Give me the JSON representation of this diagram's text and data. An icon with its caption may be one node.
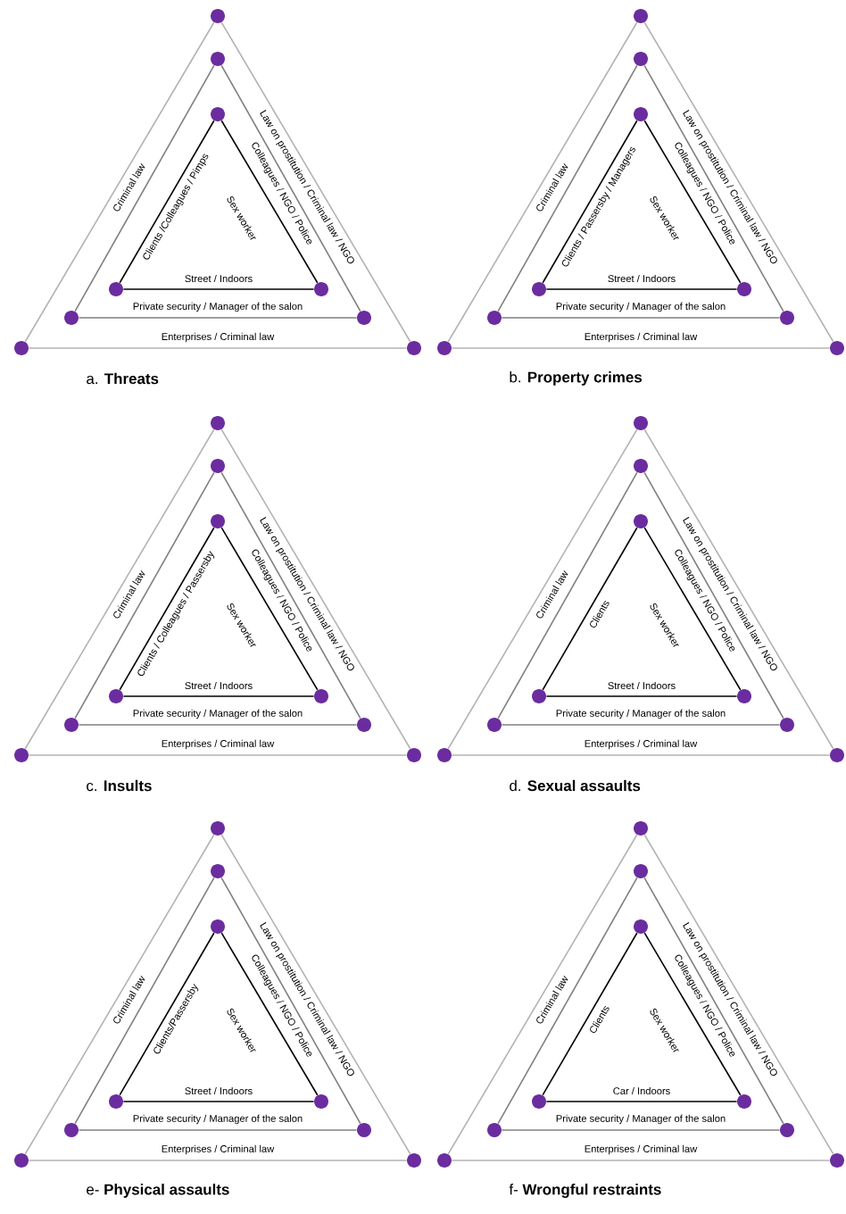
{
  "diagram": {
    "nodes": [
      {
        "text": [],
        "shape": "circle"
      },
      {
        "text": [],
        "shape": "circle"
      },
      {
        "text": [],
        "shape": "circle"
      },
      {
        "text": [],
        "shape": "circle"
      },
      {
        "text": [],
        "shape": "circle"
      },
      {
        "text": [],
        "shape": "circle"
      },
      {
        "text": [],
        "shape": "circle"
      },
      {
        "text": [],
        "shape": "circle"
      },
      {
        "text": [],
        "shape": "circle"
      },
      {
        "text": [],
        "shape": "circle"
      },
      {
        "text": [],
        "shape": "circle"
      },
      {
        "text": [],
        "shape": "circle"
      },
      {
        "text": [],
        "shape": "circle"
      },
      {
        "text": [],
        "shape": "circle"
      },
      {
        "text": [],
        "shape": "circle"
      },
      {
        "text": [],
        "shape": "circle"
      },
      {
        "text": [],
        "shape": "circle"
      },
      {
        "text": [],
        "shape": "circle"
      },
      {
        "text": [],
        "shape": "circle"
      },
      {
        "text": [],
        "shape": "circle"
      },
      {
        "text": [],
        "shape": "circle"
      },
      {
        "text": [],
        "shape": "circle"
      },
      {
        "text": [],
        "shape": "circle"
      },
      {
        "text": [],
        "shape": "circle"
      },
      {
        "text": [],
        "shape": "circle"
      },
      {
        "text": [],
        "shape": "circle"
      },
      {
        "text": [],
        "shape": "circle"
      },
      {
        "text": [],
        "shape": "circle"
      },
      {
        "text": [],
        "shape": "circle"
      },
      {
        "text": [],
        "shape": "circle"
      },
      {
        "text": [],
        "shape": "circle"
      },
      {
        "text": [],
        "shape": "circle"
      },
      {
        "text": [],
        "shape": "circle"
      },
      {
        "text": [],
        "shape": "circle"
      },
      {
        "text": [],
        "shape": "circle"
      },
      {
        "text": [],
        "shape": "circle"
      },
      {
        "text": [],
        "shape": "circle"
      },
      {
        "text": [],
        "shape": "circle"
      },
      {
        "text": [],
        "shape": "circle"
      },
      {
        "text": [],
        "shape": "circle"
      },
      {
        "text": [],
        "shape": "circle"
      },
      {
        "text": [],
        "shape": "circle"
      },
      {
        "text": [],
        "shape": "circle"
      },
      {
        "text": [],
        "shape": "circle"
      },
      {
        "text": [],
        "shape": "circle"
      },
      {
        "text": [],
        "shape": "circle"
      },
      {
        "text": [],
        "shape": "circle"
      },
      {
        "text": [],
        "shape": "circle"
      },
      {
        "text": [],
        "shape": "circle"
      },
      {
        "text": [],
        "shape": "circle"
      },
      {
        "text": [],
        "shape": "circle"
      },
      {
        "text": [],
        "shape": "circle"
      },
      {
        "text": [],
        "shape": "circle"
      },
      {
        "text": [],
        "shape": "circle"
      }
    ],
    "edges": [
      {
        "from": 3,
        "to": 2,
        "arrow": "none",
        "color": "#000000",
        "label": "Clients /Colleagues / Pimps"
      },
      {
        "from": 2,
        "to": 4,
        "arrow": "none",
        "color": "#000000",
        "label": "Sex worker"
      },
      {
        "from": 3,
        "to": 4,
        "arrow": "none",
        "color": "#000000",
        "label": "Street / Indoors"
      },
      {
        "from": 5,
        "to": 1,
        "arrow": "none",
        "color": "#7f7f7f"
      },
      {
        "from": 1,
        "to": 6,
        "arrow": "none",
        "color": "#7f7f7f",
        "label": "Colleagues / NGO / Police"
      },
      {
        "from": 5,
        "to": 6,
        "arrow": "none",
        "color": "#7f7f7f",
        "label": "Private security / Manager of the salon"
      },
      {
        "from": 7,
        "to": 0,
        "arrow": "none",
        "color": "#b3b3b3",
        "label": "Criminal law"
      },
      {
        "from": 0,
        "to": 8,
        "arrow": "none",
        "color": "#b3b3b3",
        "label": "Law on prostitution / Criminal law / NGO"
      },
      {
        "from": 7,
        "to": 8,
        "arrow": "none",
        "color": "#b3b3b3",
        "label": "Enterprises / Criminal law"
      },
      {
        "from": 12,
        "to": 11,
        "arrow": "none",
        "color": "#000000",
        "label": "Clients / Passersby / Managers"
      },
      {
        "from": 11,
        "to": 13,
        "arrow": "none",
        "color": "#000000",
        "label": "Sex worker"
      },
      {
        "from": 12,
        "to": 13,
        "arrow": "none",
        "color": "#000000",
        "label": "Street / Indoors"
      },
      {
        "from": 14,
        "to": 10,
        "arrow": "none",
        "color": "#7f7f7f"
      },
      {
        "from": 10,
        "to": 15,
        "arrow": "none",
        "color": "#7f7f7f",
        "label": "Colleagues / NGO / Police"
      },
      {
        "from": 14,
        "to": 15,
        "arrow": "none",
        "color": "#7f7f7f",
        "label": "Private security / Manager of the salon"
      },
      {
        "from": 16,
        "to": 9,
        "arrow": "none",
        "color": "#b3b3b3",
        "label": "Criminal law"
      },
      {
        "from": 9,
        "to": 17,
        "arrow": "none",
        "color": "#b3b3b3",
        "label": "Law on prostitution / Criminal law / NGO"
      },
      {
        "from": 16,
        "to": 17,
        "arrow": "none",
        "color": "#b3b3b3",
        "label": "Enterprises / Criminal law"
      },
      {
        "from": 21,
        "to": 20,
        "arrow": "none",
        "color": "#000000",
        "label": "Clients / Colleagues / Passersby"
      },
      {
        "from": 20,
        "to": 22,
        "arrow": "none",
        "color": "#000000",
        "label": "Sex worker"
      },
      {
        "from": 21,
        "to": 22,
        "arrow": "none",
        "color": "#000000",
        "label": "Street / Indoors"
      },
      {
        "from": 23,
        "to": 19,
        "arrow": "none",
        "color": "#7f7f7f"
      },
      {
        "from": 19,
        "to": 24,
        "arrow": "none",
        "color": "#7f7f7f",
        "label": "Colleagues / NGO / Police"
      },
      {
        "from": 23,
        "to": 24,
        "arrow": "none",
        "color": "#7f7f7f",
        "label": "Private security / Manager of the salon"
      },
      {
        "from": 25,
        "to": 18,
        "arrow": "none",
        "color": "#b3b3b3",
        "label": "Criminal law"
      },
      {
        "from": 18,
        "to": 26,
        "arrow": "none",
        "color": "#b3b3b3",
        "label": "Law on prostitution / Criminal law / NGO"
      },
      {
        "from": 25,
        "to": 26,
        "arrow": "none",
        "color": "#b3b3b3",
        "label": "Enterprises / Criminal law"
      },
      {
        "from": 30,
        "to": 29,
        "arrow": "none",
        "color": "#000000",
        "label": "Clients"
      },
      {
        "from": 29,
        "to": 31,
        "arrow": "none",
        "color": "#000000",
        "label": "Sex worker"
      },
      {
        "from": 30,
        "to": 31,
        "arrow": "none",
        "color": "#000000",
        "label": "Street / Indoors"
      },
      {
        "from": 32,
        "to": 28,
        "arrow": "none",
        "color": "#7f7f7f"
      },
      {
        "from": 28,
        "to": 33,
        "arrow": "none",
        "color": "#7f7f7f",
        "label": "Colleagues / NGO / Police"
      },
      {
        "from": 32,
        "to": 33,
        "arrow": "none",
        "color": "#7f7f7f",
        "label": "Private security / Manager of the salon"
      },
      {
        "from": 34,
        "to": 27,
        "arrow": "none",
        "color": "#b3b3b3",
        "label": "Criminal law"
      },
      {
        "from": 27,
        "to": 35,
        "arrow": "none",
        "color": "#b3b3b3",
        "label": "Law on prostitution / Criminal law / NGO"
      },
      {
        "from": 34,
        "to": 35,
        "arrow": "none",
        "color": "#b3b3b3",
        "label": "Enterprises / Criminal law"
      },
      {
        "from": 39,
        "to": 38,
        "arrow": "none",
        "color": "#000000",
        "label": "Clients/Passersby"
      },
      {
        "from": 38,
        "to": 40,
        "arrow": "none",
        "color": "#000000",
        "label": "Sex worker"
      },
      {
        "from": 39,
        "to": 40,
        "arrow": "none",
        "color": "#000000",
        "label": "Street / Indoors"
      },
      {
        "from": 41,
        "to": 37,
        "arrow": "none",
        "color": "#7f7f7f"
      },
      {
        "from": 37,
        "to": 42,
        "arrow": "none",
        "color": "#7f7f7f",
        "label": "Colleagues / NGO / Police"
      },
      {
        "from": 41,
        "to": 42,
        "arrow": "none",
        "color": "#7f7f7f",
        "label": "Private security / Manager of the salon"
      },
      {
        "from": 43,
        "to": 36,
        "arrow": "none",
        "color": "#b3b3b3",
        "label": "Criminal law"
      },
      {
        "from": 36,
        "to": 44,
        "arrow": "none",
        "color": "#b3b3b3",
        "label": "Law on prostitution / Criminal law / NGO"
      },
      {
        "from": 43,
        "to": 44,
        "arrow": "none",
        "color": "#b3b3b3",
        "label": "Enterprises / Criminal law"
      },
      {
        "from": 48,
        "to": 47,
        "arrow": "none",
        "color": "#000000",
        "label": "Clients"
      },
      {
        "from": 47,
        "to": 49,
        "arrow": "none",
        "color": "#000000",
        "label": "Sex worker"
      },
      {
        "from": 48,
        "to": 49,
        "arrow": "none",
        "color": "#000000",
        "label": "Car / Indoors"
      },
      {
        "from": 50,
        "to": 46,
        "arrow": "none",
        "color": "#7f7f7f"
      },
      {
        "from": 46,
        "to": 51,
        "arrow": "none",
        "color": "#7f7f7f",
        "label": "Colleagues / NGO / Police"
      },
      {
        "from": 50,
        "to": 51,
        "arrow": "none",
        "color": "#7f7f7f",
        "label": "Private security / Manager of the salon"
      },
      {
        "from": 52,
        "to": 45,
        "arrow": "none",
        "color": "#b3b3b3",
        "label": "Criminal law"
      },
      {
        "from": 45,
        "to": 53,
        "arrow": "none",
        "color": "#b3b3b3",
        "label": "Law on prostitution / Criminal law / NGO"
      },
      {
        "from": 52,
        "to": 53,
        "arrow": "none",
        "color": "#b3b3b3",
        "label": "Enterprises / Criminal law"
      }
    ],
    "labels": [
      "a. **Threats**",
      "b. **Property crimes**",
      "c. **Insults**",
      "d. **Sexual assaults**",
      "e- **Physical assaults**",
      "f- **Wrongful restraints**"
    ]
  }
}
